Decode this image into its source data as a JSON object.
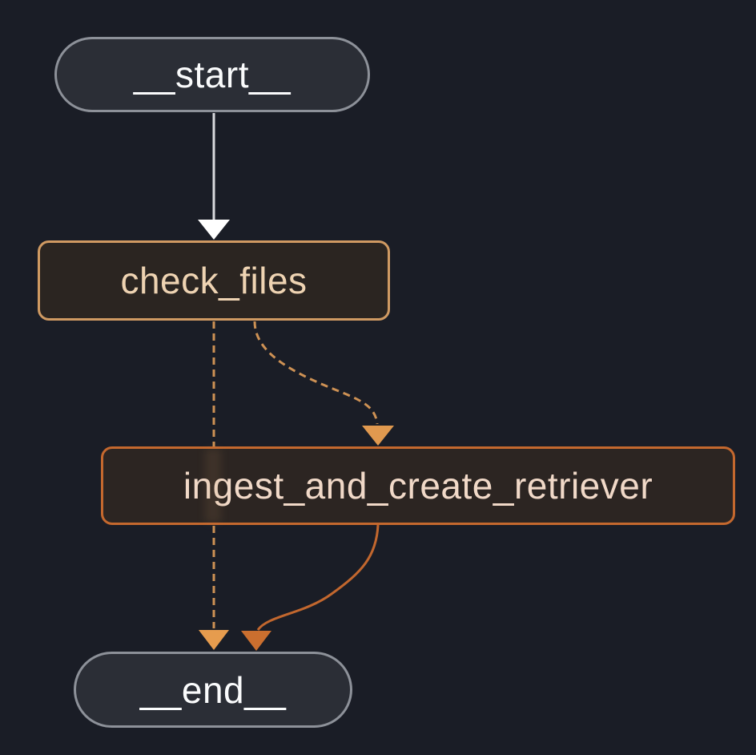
{
  "diagram": {
    "background_color": "#1a1d26",
    "nodes": {
      "start": {
        "label": "__start__",
        "shape": "pill",
        "border_color": "#8d9199",
        "fill_color": "#2b2e36",
        "text_color": "#fafbfc"
      },
      "check_files": {
        "label": "check_files",
        "shape": "rect",
        "border_color": "#d09a62",
        "fill_color": "#2b2521",
        "text_color": "#eed3b2"
      },
      "ingest_and_create_retriever": {
        "label": "ingest_and_create_retriever",
        "shape": "rect",
        "border_color": "#c4682e",
        "fill_color": "#2c2522",
        "text_color": "#f1d9c8"
      },
      "end": {
        "label": "__end__",
        "shape": "pill",
        "border_color": "#8d9199",
        "fill_color": "#2b2e36",
        "text_color": "#fafbfc"
      }
    },
    "edges": [
      {
        "from": "__start__",
        "to": "check_files",
        "style": "solid",
        "line_color": "#d8d9dd",
        "arrow_color": "#ffffff"
      },
      {
        "from": "check_files",
        "to": "ingest_and_create_retriever",
        "style": "dashed",
        "line_color": "#cd9154",
        "arrow_color": "#e0994f"
      },
      {
        "from": "check_files",
        "to": "__end__",
        "style": "dashed",
        "line_color": "#cd9154",
        "arrow_color": "#e69c4e"
      },
      {
        "from": "ingest_and_create_retriever",
        "to": "__end__",
        "style": "solid",
        "line_color": "#c2672e",
        "arrow_color": "#cb6f2f"
      }
    ]
  }
}
